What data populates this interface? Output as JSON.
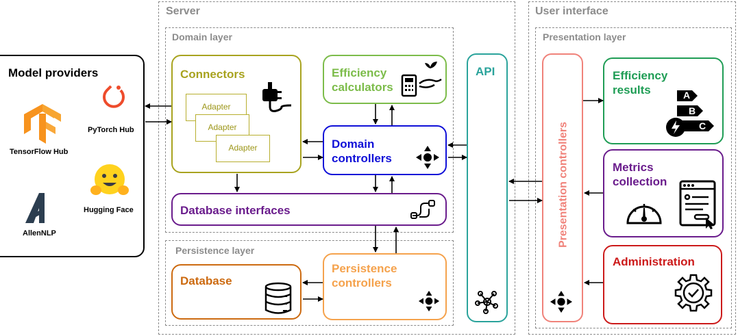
{
  "server": {
    "title": "Server",
    "domain_layer": {
      "title": "Domain layer",
      "connectors": {
        "title": "Connectors",
        "adapters": [
          "Adapter",
          "Adapter",
          "Adapter"
        ]
      },
      "efficiency_calculators": {
        "title_line1": "Efficiency",
        "title_line2": "calculators"
      },
      "domain_controllers": {
        "title_line1": "Domain",
        "title_line2": "controllers"
      },
      "database_interfaces": {
        "title": "Database interfaces"
      }
    },
    "persistence_layer": {
      "title": "Persistence layer",
      "database": {
        "title": "Database"
      },
      "persistence_controllers": {
        "title_line1": "Persistence",
        "title_line2": "controllers"
      }
    },
    "api": {
      "title": "API"
    }
  },
  "user_interface": {
    "title": "User interface",
    "presentation_layer": {
      "title": "Presentation layer",
      "presentation_controllers": {
        "title": "Presentation controllers"
      },
      "efficiency_results": {
        "title_line1": "Efficiency",
        "title_line2": "results",
        "grades": [
          "A",
          "B",
          "C"
        ]
      },
      "metrics_collection": {
        "title_line1": "Metrics",
        "title_line2": "collection"
      },
      "administration": {
        "title": "Administration"
      }
    }
  },
  "model_providers": {
    "title": "Model providers",
    "providers": [
      {
        "name": "TensorFlow Hub",
        "icon": "tensorflow-logo"
      },
      {
        "name": "PyTorch Hub",
        "icon": "pytorch-logo"
      },
      {
        "name": "AllenNLP",
        "icon": "allennlp-logo"
      },
      {
        "name": "Hugging Face",
        "icon": "hugging-face-logo"
      }
    ]
  },
  "colors": {
    "connectors": "#a8a31f",
    "efficiency_calculators": "#7cbc4a",
    "domain_controllers": "#1010d8",
    "database_interfaces": "#6a1c8c",
    "database": "#cc6a10",
    "persistence_controllers": "#f5a24c",
    "api": "#2aa39b",
    "presentation_controllers": "#f0827a",
    "efficiency_results": "#1f9d55",
    "metrics_collection": "#6a1c8c",
    "administration": "#cc1a1a"
  }
}
